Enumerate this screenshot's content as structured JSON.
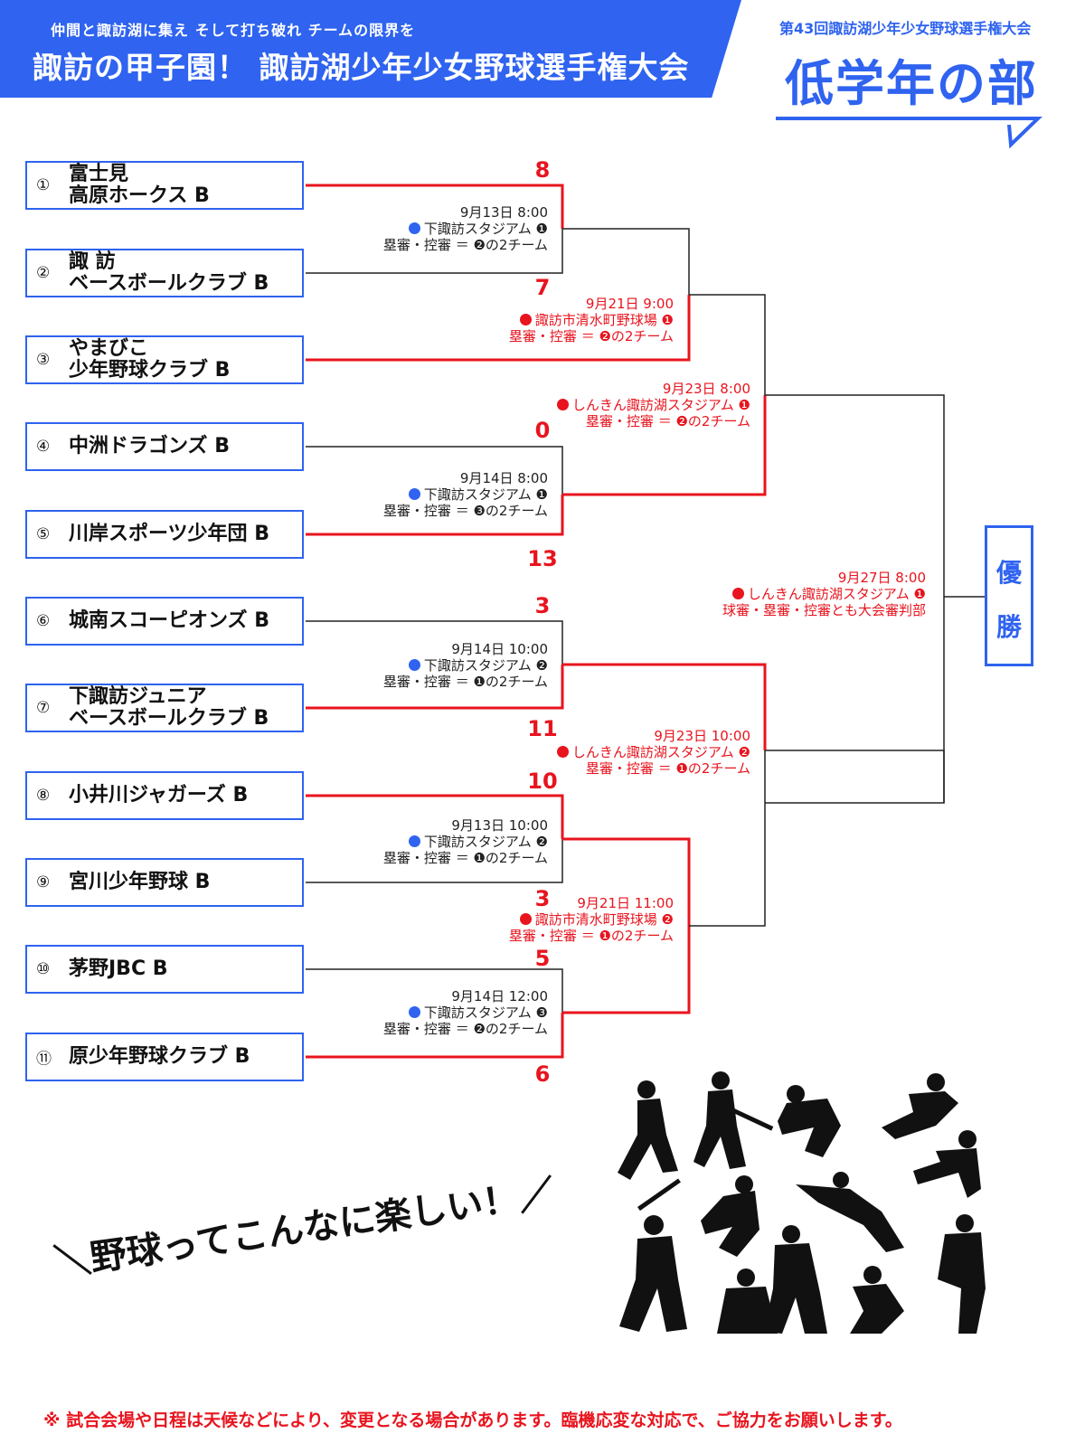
{
  "header": {
    "tagline": "仲間と諏訪湖に集え そして打ち破れ チームの限界を",
    "title": "諏訪の甲子園！ 諏訪湖少年少女野球選手権大会",
    "edition": "第43回諏訪湖少年少女野球選手権大会",
    "division": "低学年の部"
  },
  "teams": [
    {
      "num": "①",
      "line1": "富士見",
      "line2": "高原ホークス B"
    },
    {
      "num": "②",
      "line1": "諏 訪",
      "line2": "ベースボールクラブ B"
    },
    {
      "num": "③",
      "line1": "やまびこ",
      "line2": "少年野球クラブ B"
    },
    {
      "num": "④",
      "line1": "中洲ドラゴンズ B",
      "line2": ""
    },
    {
      "num": "⑤",
      "line1": "川岸スポーツ少年団 B",
      "line2": ""
    },
    {
      "num": "⑥",
      "line1": "城南スコーピオンズ B",
      "line2": ""
    },
    {
      "num": "⑦",
      "line1": "下諏訪ジュニア",
      "line2": "ベースボールクラブ B"
    },
    {
      "num": "⑧",
      "line1": "小井川ジャガーズ B",
      "line2": ""
    },
    {
      "num": "⑨",
      "line1": "宮川少年野球 B",
      "line2": ""
    },
    {
      "num": "⑩",
      "line1": "茅野JBC B",
      "line2": ""
    },
    {
      "num": "⑪",
      "line1": "原少年野球クラブ B",
      "line2": ""
    }
  ],
  "scores": [
    "8",
    "7",
    "0",
    "13",
    "3",
    "11",
    "10",
    "3",
    "5",
    "6"
  ],
  "matches": [
    {
      "date": "9月13日 8:00",
      "venue": "下諏訪スタジアム ❶",
      "umpire": "塁審・控審 ＝ ❷の2チーム"
    },
    {
      "date": "9月14日 8:00",
      "venue": "下諏訪スタジアム ❶",
      "umpire": "塁審・控審 ＝ ❸の2チーム"
    },
    {
      "date": "9月14日 10:00",
      "venue": "下諏訪スタジアム ❷",
      "umpire": "塁審・控審 ＝ ❶の2チーム"
    },
    {
      "date": "9月13日 10:00",
      "venue": "下諏訪スタジアム ❷",
      "umpire": "塁審・控審 ＝ ❶の2チーム"
    },
    {
      "date": "9月14日 12:00",
      "venue": "下諏訪スタジアム ❸",
      "umpire": "塁審・控審 ＝ ❷の2チーム"
    },
    {
      "date": "9月21日 9:00",
      "venue": "諏訪市清水町野球場 ❶",
      "umpire": "塁審・控審 ＝ ❷の2チーム"
    },
    {
      "date": "9月21日 11:00",
      "venue": "諏訪市清水町野球場 ❷",
      "umpire": "塁審・控審 ＝ ❶の2チーム"
    },
    {
      "date": "9月23日 8:00",
      "venue": "しんきん諏訪湖スタジアム ❶",
      "umpire": "塁審・控審 ＝ ❷の2チーム"
    },
    {
      "date": "9月23日 10:00",
      "venue": "しんきん諏訪湖スタジアム ❷",
      "umpire": "塁審・控審 ＝ ❶の2チーム"
    },
    {
      "date": "9月27日 8:00",
      "venue": "しんきん諏訪湖スタジアム ❶",
      "umpire": "球審・塁審・控審とも大会審判部"
    }
  ],
  "champion": {
    "c1": "優",
    "c2": "勝"
  },
  "slogan": "＼野球ってこんなに楽しい！／",
  "note": "※ 試合会場や日程は天候などにより、変更となる場合があります。臨機応変な対応で、ご協力をお願いします。",
  "colors": {
    "accent": "#2f63f0",
    "winner_line": "#e8141e",
    "loser_line": "#222222"
  }
}
